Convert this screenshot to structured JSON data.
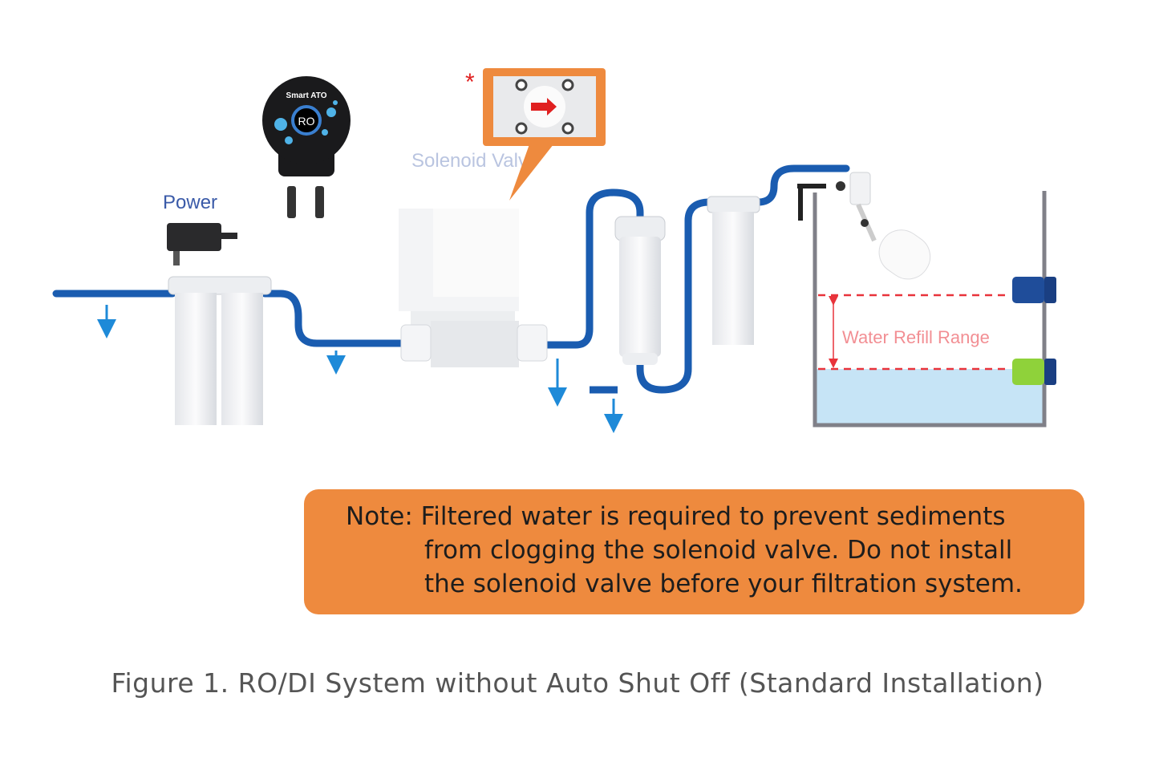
{
  "labels": {
    "power": "Power",
    "solenoid_valve": "Solenoid Valve",
    "controller_title": "Smart ATO",
    "controller_badge": "RO",
    "callout_marker": "*",
    "refill_range": "Water Refill Range"
  },
  "note": {
    "lines": [
      "Note: Filtered water is required to prevent sediments",
      "from clogging the solenoid valve. Do not install",
      "the solenoid valve before your filtration system."
    ]
  },
  "caption": "Figure 1. RO/DI System without Auto Shut Off (Standard Installation)",
  "colors": {
    "pipe": "#1a5cb0",
    "flow_arrow": "#1e8ad8",
    "note_bg": "#ee8a3e",
    "refill_line": "#e8333b",
    "water": "#c6e4f6",
    "tank": "#808088"
  }
}
